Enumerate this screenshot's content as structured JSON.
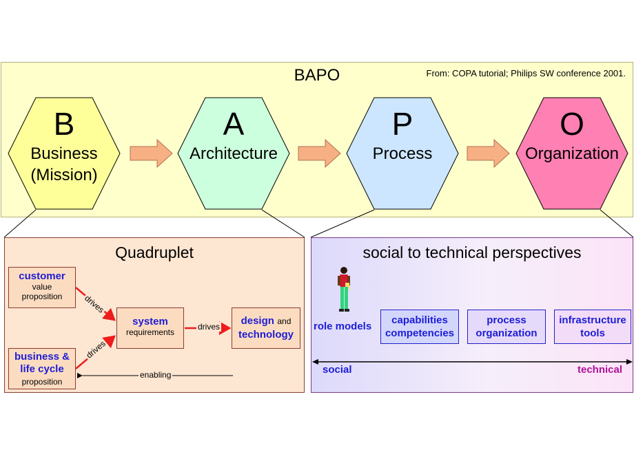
{
  "header": {
    "title": "BAPO",
    "source": "From: COPA tutorial; Philips SW conference 2001."
  },
  "hexagons": [
    {
      "letter": "B",
      "name": "Business\n(Mission)",
      "color": "#ffff99"
    },
    {
      "letter": "A",
      "name": "Architecture",
      "color": "#ccffcc"
    },
    {
      "letter": "P",
      "name": "Process",
      "color": "#cce6ff"
    },
    {
      "letter": "O",
      "name": "Organization",
      "color": "#ff80b3"
    }
  ],
  "colors": {
    "arrow_fill": "#f7b083",
    "arrow_stroke": "#b07050",
    "red_arrow": "#ee1c1c",
    "accent_blue": "#1d1dd6",
    "accent_magenta": "#b0109a"
  },
  "quadruplet": {
    "title": "Quadruplet",
    "customer": {
      "bold": "customer",
      "sub1": "value",
      "sub2": "proposition"
    },
    "business": {
      "bold1": "business &",
      "bold2": "life cycle",
      "sub": "proposition"
    },
    "system": {
      "bold": "system",
      "sub": "requirements"
    },
    "design": {
      "bold1": "design",
      "small": "and",
      "bold2": "technology"
    },
    "drives1": "drives",
    "drives2": "drives",
    "drives3": "drives",
    "enabling": "enabling"
  },
  "perspectives": {
    "title": "social to technical perspectives",
    "role_models": "role models",
    "boxes": [
      {
        "line1": "capabilities",
        "line2": "competencies"
      },
      {
        "line1": "process",
        "line2": "organization"
      },
      {
        "line1": "infrastructure",
        "line2": "tools"
      }
    ],
    "axis_left": "social",
    "axis_right": "technical"
  }
}
